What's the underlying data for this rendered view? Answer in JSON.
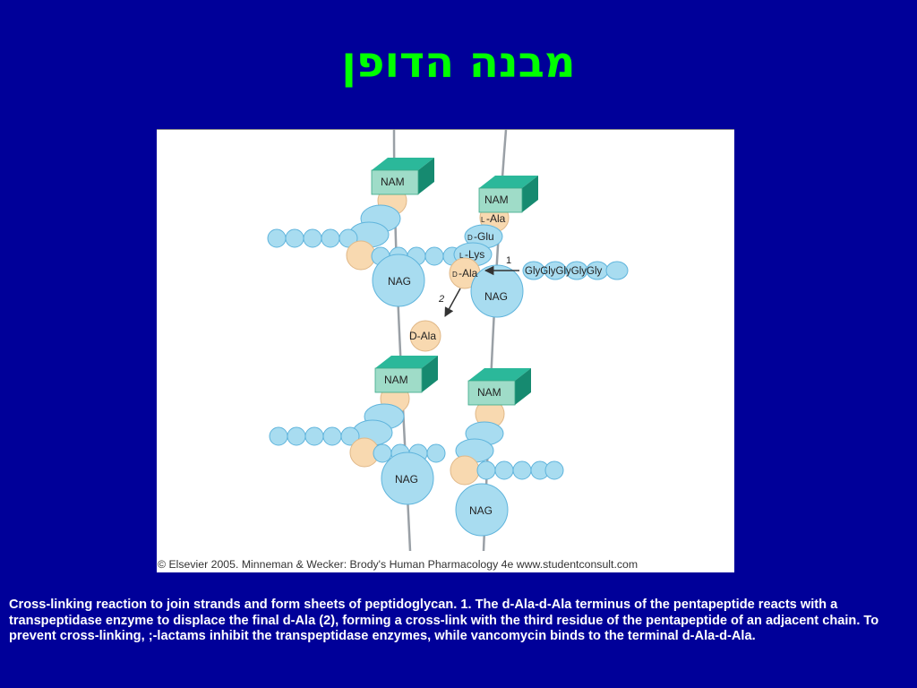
{
  "slide": {
    "title": "מבנה הדופן",
    "caption": "Cross-linking reaction to join strands and form sheets of peptidoglycan. 1. The d-Ala-d-Ala terminus of the pentapeptide reacts with a transpeptidase enzyme to displace the final d-Ala (2), forming a cross-link with the third residue of the pentapeptide of an adjacent chain. To prevent cross-linking, ;-lactams inhibit the transpeptidase enzymes, while vancomycin binds to the terminal d-Ala-d-Ala."
  },
  "figure": {
    "labels": {
      "nam": "NAM",
      "nag": "NAG",
      "l_ala": "-Ala",
      "d_glu": "-Glu",
      "l_lys": "-Lys",
      "d_ala": "-Ala",
      "l_prefix": "L",
      "d_prefix": "D",
      "released_d_ala": "D-Ala",
      "gly_chain": "GlyGlyGlyGlyGly",
      "step1": "1",
      "step2": "2"
    },
    "copyright": "© Elsevier 2005. Minneman & Wecker: Brody's Human Pharmacology 4e www.studentconsult.com",
    "colors": {
      "background": "#000099",
      "title": "#00ff00",
      "nam_front": "#9fdcc8",
      "nam_top": "#2bb89a",
      "nam_side": "#168a70",
      "sugar": "#a8dcf0",
      "peptide": "#a8dcf0",
      "ala": "#f8d9b0"
    }
  }
}
